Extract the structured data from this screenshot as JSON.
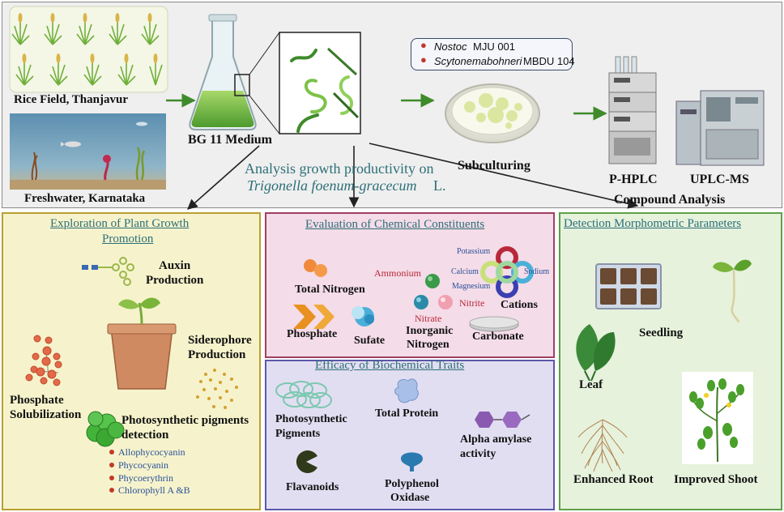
{
  "sources": {
    "rice_field": "Rice Field, Thanjavur",
    "freshwater": "Freshwater, Karnataka",
    "medium": "BG 11 Medium"
  },
  "strains": {
    "strain1_genus": "Nostoc",
    "strain1_code": "MJU 001",
    "strain2_genus": "Scytonemabohneri",
    "strain2_code": "MBDU 104"
  },
  "culture": {
    "subculturing": "Subculturing"
  },
  "analysis": {
    "hplc": "P-HPLC",
    "uplc": "UPLC-MS",
    "compound": "Compound Analysis",
    "growth_line1": "Analysis growth productivity on",
    "growth_species": "Trigonella foenum-gracecum",
    "growth_suffix": "L."
  },
  "plant_growth": {
    "title_line1": "Exploration of Plant Growth",
    "title_line2": "Promotion",
    "auxin_line1": "Auxin",
    "auxin_line2": "Production",
    "siderophore_line1": "Siderophore",
    "siderophore_line2": "Production",
    "phosphate_line1": "Phosphate",
    "phosphate_line2": "Solubilization",
    "pigments_line1": "Photosynthetic pigments",
    "pigments_line2": "detection",
    "pigment_list": [
      "Allophycocyanin",
      "Phycocyanin",
      "Phycoerythrin",
      "Chlorophyll A &B"
    ]
  },
  "chemical": {
    "title": "Evaluation of Chemical Constituents",
    "total_nitrogen": "Total Nitrogen",
    "ammonium": "Ammonium",
    "phosphate": "Phosphate",
    "sulfate": "Sufate",
    "nitrate": "Nitrate",
    "nitrite": "Nitrite",
    "inorganic_line1": "Inorganic",
    "inorganic_line2": "Nitrogen",
    "potassium": "Potassium",
    "calcium": "Calcium",
    "sodium": "Sodium",
    "magnesium": "Magnesium",
    "cations": "Cations",
    "carbonate": "Carbonate"
  },
  "biochemical": {
    "title": "Efficacy of Biochemical Traits",
    "pigments_line1": "Photosynthetic",
    "pigments_line2": "Pigments",
    "total_protein": "Total Protein",
    "amylase_line1": "Alpha amylase",
    "amylase_line2": "activity",
    "flavanoids": "Flavanoids",
    "polyphenol_line1": "Polyphenol",
    "polyphenol_line2": "Oxidase"
  },
  "morphometric": {
    "title": "Detection Morphometric Parameters",
    "seedling": "Seedling",
    "leaf": "Leaf",
    "root": "Enhanced Root",
    "shoot": "Improved Shoot"
  },
  "colors": {
    "top_bg": "#efefef",
    "plant_panel_bg": "#f6f3cc",
    "plant_panel_border": "#b8a030",
    "chemical_bg": "#f4dce8",
    "chemical_border": "#a04060",
    "biochem_bg": "#e2def2",
    "biochem_border": "#5a58a8",
    "morph_bg": "#e6f2dc",
    "morph_border": "#5ea04a",
    "arrow_green": "#3f8a2a",
    "title_teal": "#2d6f78",
    "list_blue": "#2a4f9a",
    "bullet_red": "#c0392b"
  },
  "icons": [
    "rice-plant-icon",
    "underwater-scene-icon",
    "erlenmeyer-flask-icon",
    "filament-icon",
    "petri-dish-icon",
    "hplc-instrument-icon",
    "uplc-ms-instrument-icon",
    "auxin-molecule-icon",
    "potted-seedling-icon",
    "phosphate-molecule-icon",
    "siderophore-dots-icon",
    "chloroplast-cells-icon",
    "orange-spheres-icon",
    "ammonium-sphere-icon",
    "nitrate-sphere-icon",
    "nitrite-sphere-icon",
    "cation-rings-icon",
    "phosphate-chevrons-icon",
    "sulfate-spheres-icon",
    "carbonate-disc-icon",
    "pigment-rings-icon",
    "protein-icon",
    "amylase-hexagons-icon",
    "flavanoid-pacman-icon",
    "polyphenol-oxidase-icon",
    "seedling-tray-icon",
    "seedling-icon",
    "leaf-icon",
    "root-icon",
    "shoot-icon"
  ]
}
